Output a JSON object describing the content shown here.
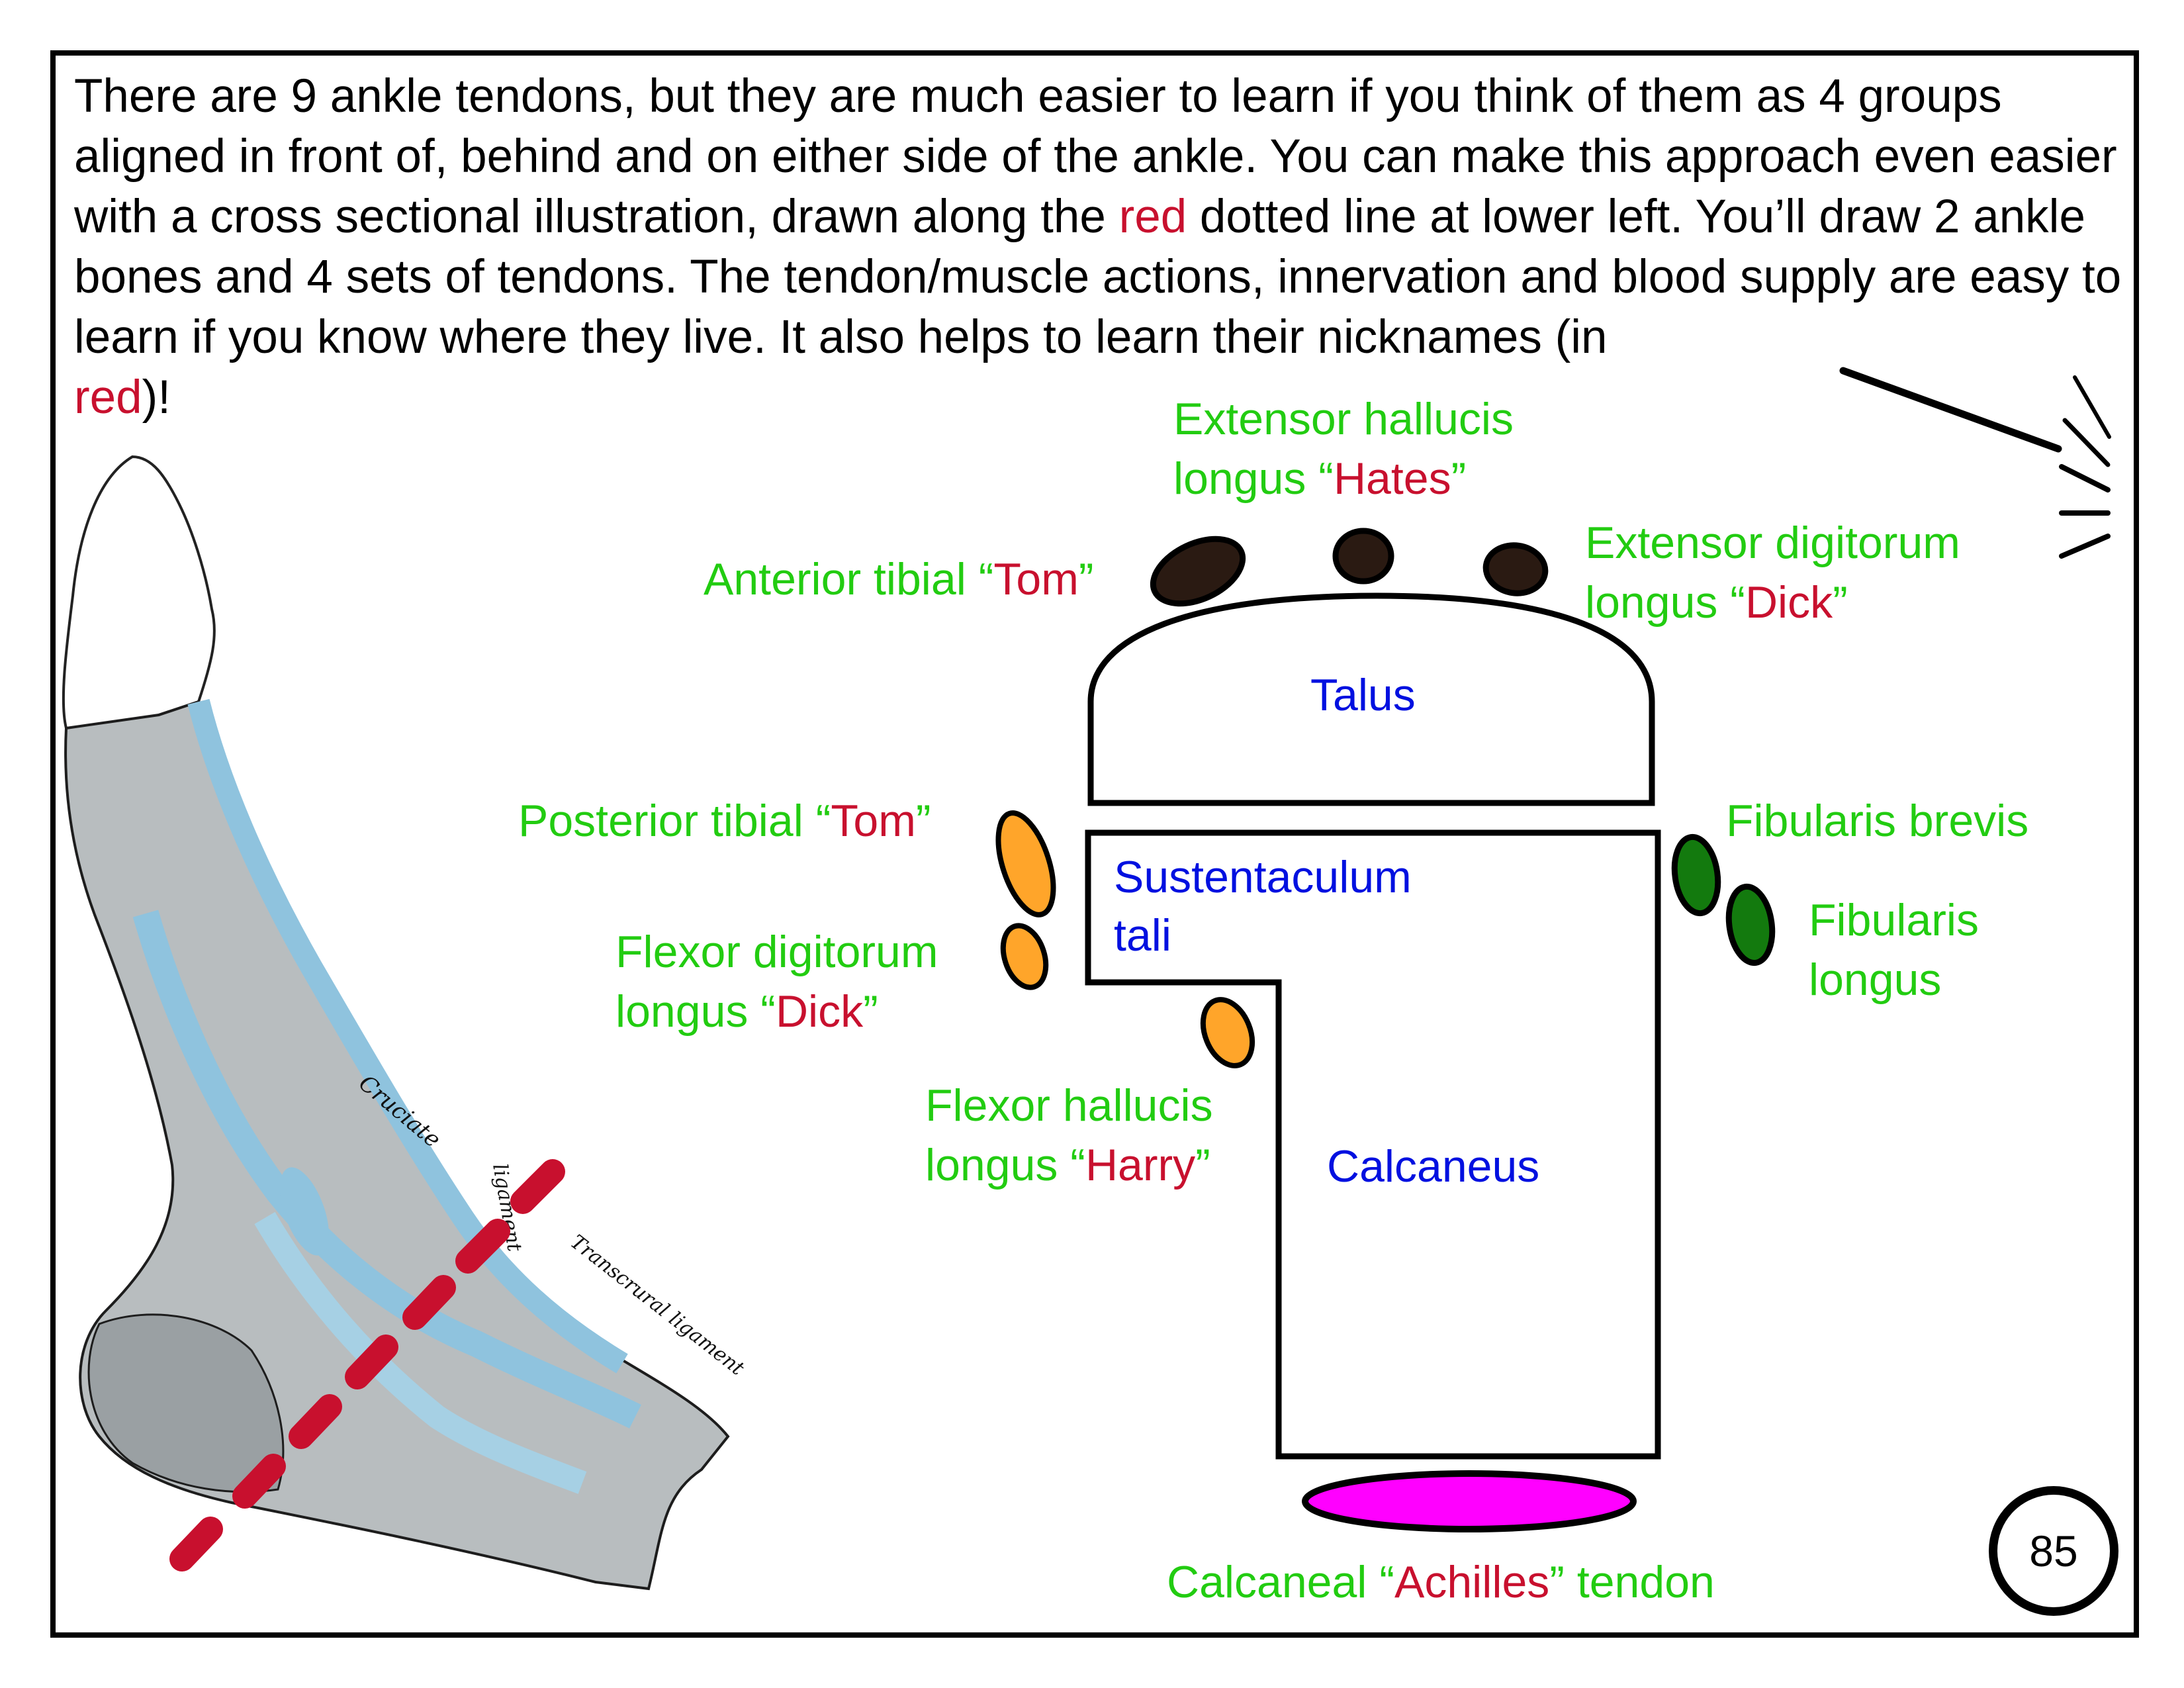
{
  "intro": {
    "part1": "There are 9 ankle tendons, but they are much easier to learn if you think of them as 4 groups aligned in front of, behind and on either side of the ankle. You can make this approach even easier with a cross sectional illustration, drawn along the ",
    "red_word_1": "red",
    "part2": " dotted line at lower left. You’ll draw 2 ankle bones and 4 sets of tendons. The tendon/muscle actions, innervation and blood supply are easy to learn if you know where they live. It also helps to learn their nicknames (in ",
    "red_word_2": "red",
    "part3": ")!"
  },
  "illustration": {
    "description": "Anatomical drawing of foot and ankle (medial view) with tendons in blue",
    "engraved_labels": [
      "Cruciate",
      "ligament",
      "Transcrural ligament"
    ],
    "cut_line_color": "#c8102e"
  },
  "bones": {
    "talus": "Talus",
    "sustentaculum_line1": "Sustentaculum",
    "sustentaculum_line2": "tali",
    "calcaneus": "Calcaneus"
  },
  "tendons": {
    "anterior": [
      {
        "name": "Anterior tibial ",
        "nick": "Tom",
        "color": "#2a1a12"
      },
      {
        "name_line1": "Extensor hallucis",
        "name_line2": "longus ",
        "nick": "Hates",
        "color": "#2a1a12"
      },
      {
        "name_line1": "Extensor digitorum",
        "name_line2": "longus ",
        "nick": "Dick",
        "color": "#2a1a12"
      }
    ],
    "medial": [
      {
        "name": "Posterior tibial ",
        "nick": "Tom",
        "color": "#ffa52a"
      },
      {
        "name_line1": "Flexor digitorum",
        "name_line2": "longus ",
        "nick": "Dick",
        "color": "#ffa52a"
      },
      {
        "name_line1": "Flexor hallucis",
        "name_line2": "longus ",
        "nick": "Harry",
        "color": "#ffa52a"
      }
    ],
    "lateral": [
      {
        "name": "Fibularis brevis",
        "color": "#137a0e"
      },
      {
        "name_line1": "Fibularis",
        "name_line2": "longus",
        "color": "#137a0e"
      }
    ],
    "posterior": {
      "name_pre": "Calcaneal ",
      "nick": "Achilles",
      "name_post": " tendon",
      "color": "#ff00ff"
    }
  },
  "quotes": {
    "open": "“",
    "close": "”"
  },
  "page_number": "85"
}
